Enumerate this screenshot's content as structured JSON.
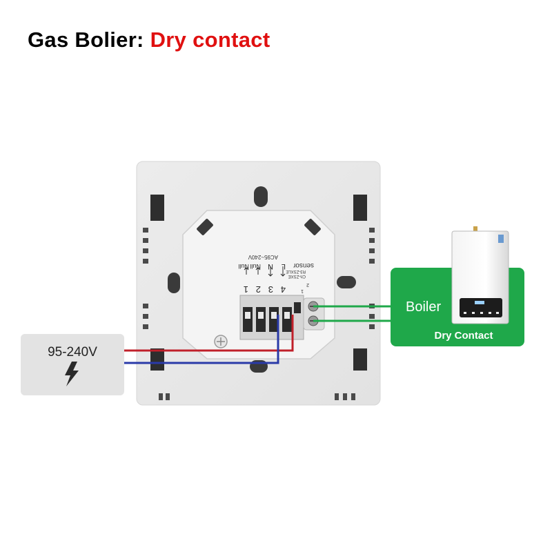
{
  "title": {
    "prefix": "Gas Bolier: ",
    "highlight": "Dry contact"
  },
  "power_source": {
    "voltage_label": "95-240V",
    "icon": "lightning-bolt-icon"
  },
  "thermostat": {
    "terminal_labels": [
      "Null",
      "Null",
      "N",
      "L"
    ],
    "terminal_numbers": [
      "1",
      "2",
      "3",
      "4"
    ],
    "module_text": [
      "AC95~240V",
      "sensor",
      "R3-ZSXLE",
      "Ch-ZSXE"
    ],
    "dry_contact_marks": [
      "1",
      "2"
    ]
  },
  "boiler": {
    "label": "Boiler",
    "contact_label": "Dry Contact",
    "panel_color": "#1fa84a"
  },
  "wires": {
    "live_color": "#c0202a",
    "neutral_color": "#2a3aa8",
    "contact_color": "#1fa84a"
  },
  "colors": {
    "title_highlight": "#e01010"
  }
}
